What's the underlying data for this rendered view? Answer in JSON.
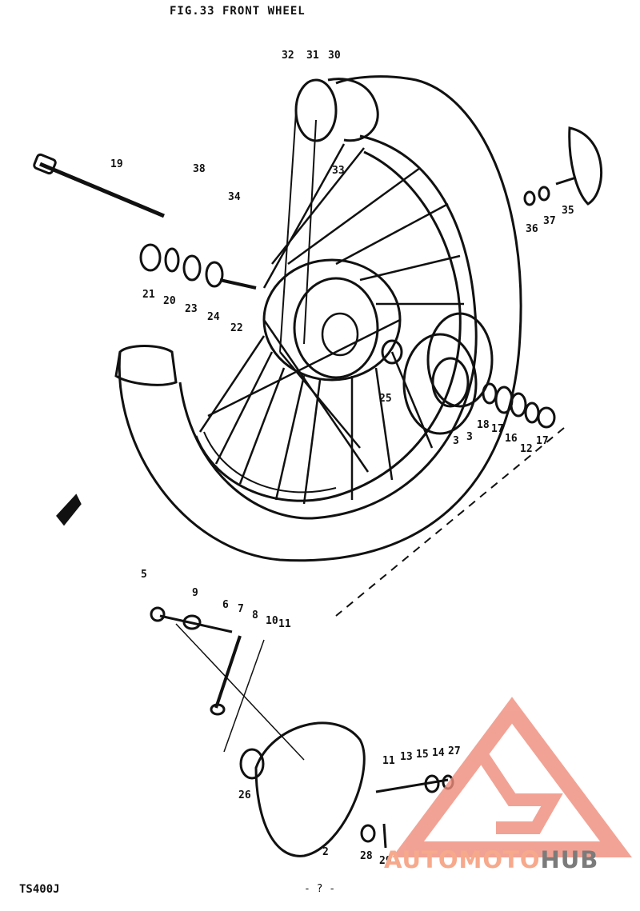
{
  "title": "FIG.33  FRONT WHEEL",
  "footer": {
    "model": "TS400J",
    "page": "- ? -"
  },
  "watermark": {
    "part1": "AUTOMOTO",
    "part2": "HUB",
    "color_logo": "#f08c7a",
    "color_text_accent": "#f5a07e",
    "color_text_gray": "#777777"
  },
  "part_labels": {
    "p19": "19",
    "p38": "38",
    "p34": "34",
    "p32": "32",
    "p31": "31",
    "p30": "30",
    "p33": "33",
    "p36": "36",
    "p37": "37",
    "p35": "35",
    "p21": "21",
    "p20": "20",
    "p23": "23",
    "p24": "24",
    "p22": "22",
    "p25": "25",
    "p3a": "3",
    "p3b": "3",
    "p18": "18",
    "p17a": "17",
    "p16": "16",
    "p12": "12",
    "p17b": "17",
    "p5": "5",
    "p9": "9",
    "p6": "6",
    "p7": "7",
    "p8": "8",
    "p10": "10",
    "p11": "11",
    "p26": "26",
    "p2": "2",
    "p28": "28",
    "p29": "29",
    "p11b": "11",
    "p13": "13",
    "p15": "15",
    "p14": "14",
    "p27": "27"
  }
}
